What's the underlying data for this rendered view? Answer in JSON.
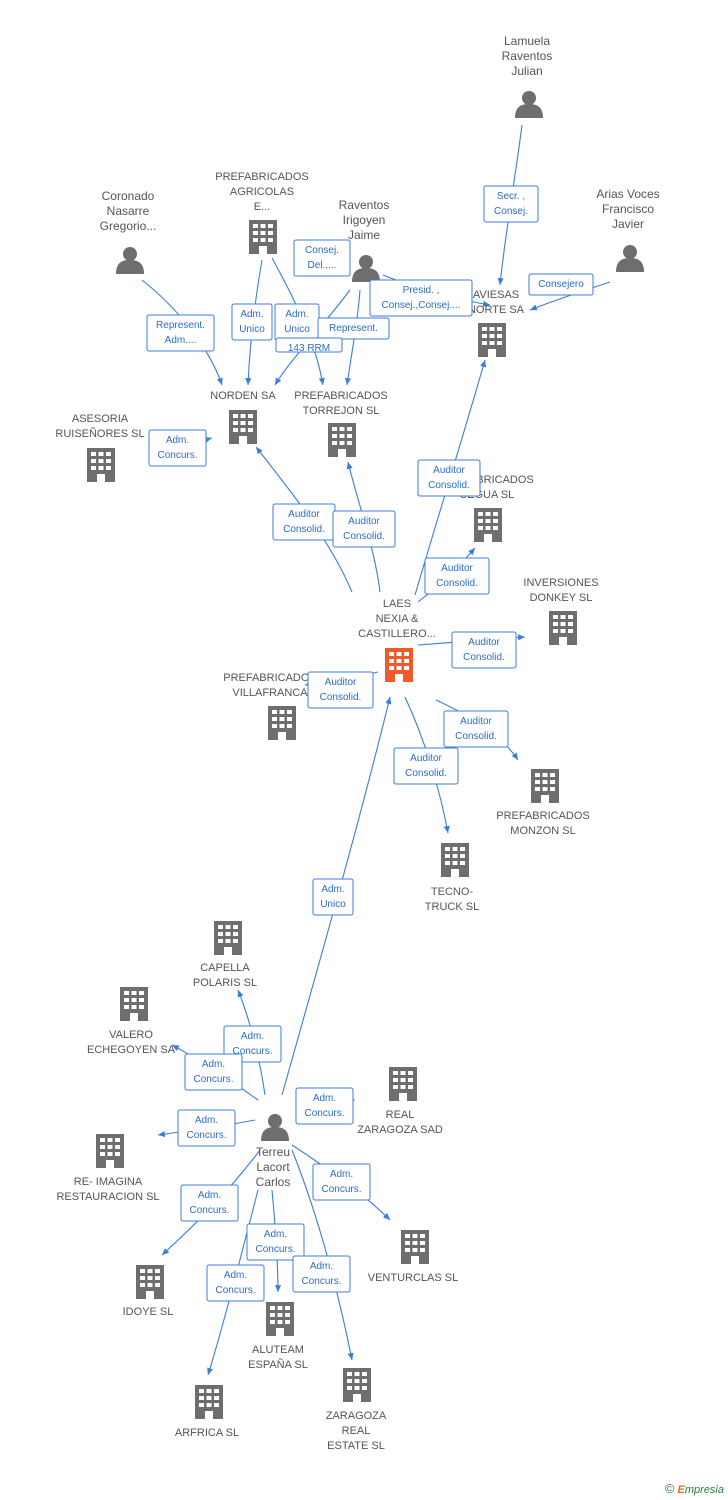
{
  "colors": {
    "edge": "#3b7ddd",
    "node": "#6e6e6e",
    "focus": "#f05a28",
    "label": "#555555"
  },
  "nodes": [
    {
      "id": "lamuela",
      "kind": "person",
      "lines": [
        "Lamuela",
        "Raventos",
        "Julian"
      ]
    },
    {
      "id": "arias",
      "kind": "person",
      "lines": [
        "Arias Voces",
        "Francisco",
        "Javier"
      ]
    },
    {
      "id": "coronado",
      "kind": "person",
      "lines": [
        "Coronado",
        "Nasarre",
        "Gregorio..."
      ]
    },
    {
      "id": "raventos",
      "kind": "person",
      "lines": [
        "Raventos",
        "Irigoyen",
        "Jaime"
      ]
    },
    {
      "id": "prefagricolas",
      "kind": "company",
      "lines": [
        "PREFABRICADOS",
        "AGRICOLAS",
        "E..."
      ]
    },
    {
      "id": "aviesas",
      "kind": "company",
      "lines": [
        "AVIESAS",
        "NORTE SA"
      ]
    },
    {
      "id": "norden",
      "kind": "company",
      "lines": [
        "NORDEN SA"
      ]
    },
    {
      "id": "torrejon",
      "kind": "company",
      "lines": [
        "PREFABRICADOS",
        "TORREJON SL"
      ]
    },
    {
      "id": "asesoria",
      "kind": "company",
      "lines": [
        "ASESORIA",
        "RUISEÑORES SL"
      ]
    },
    {
      "id": "segua",
      "kind": "company",
      "lines": [
        "PREFABRICADOS",
        "SEGUA SL"
      ]
    },
    {
      "id": "donkey",
      "kind": "company",
      "lines": [
        "INVERSIONES",
        "DONKEY SL"
      ]
    },
    {
      "id": "laes",
      "kind": "focus",
      "lines": [
        "LAES",
        "NEXIA &",
        "CASTILLERO..."
      ]
    },
    {
      "id": "villafranca",
      "kind": "company",
      "lines": [
        "PREFABRICADOS",
        "VILLAFRANCA"
      ]
    },
    {
      "id": "monzon",
      "kind": "company",
      "lines": [
        "PREFABRICADOS",
        "MONZON SL"
      ]
    },
    {
      "id": "tecno",
      "kind": "company",
      "lines": [
        "TECNO-",
        "TRUCK SL"
      ]
    },
    {
      "id": "capella",
      "kind": "company",
      "lines": [
        "CAPELLA",
        "POLARIS SL"
      ]
    },
    {
      "id": "valero",
      "kind": "company",
      "lines": [
        "VALERO",
        "ECHEGOYEN SA"
      ]
    },
    {
      "id": "realzaragoza",
      "kind": "company",
      "lines": [
        "REAL",
        "ZARAGOZA SAD"
      ]
    },
    {
      "id": "reimagina",
      "kind": "company",
      "lines": [
        "RE- IMAGINA",
        "RESTAURACION SL"
      ]
    },
    {
      "id": "terreu",
      "kind": "person",
      "lines": [
        "Terreu",
        "Lacort",
        "Carlos"
      ]
    },
    {
      "id": "idoye",
      "kind": "company",
      "lines": [
        "IDOYE SL"
      ]
    },
    {
      "id": "venturclas",
      "kind": "company",
      "lines": [
        "VENTURCLAS SL"
      ]
    },
    {
      "id": "aluteam",
      "kind": "company",
      "lines": [
        "ALUTEAM",
        "ESPAÑA SL"
      ]
    },
    {
      "id": "arfrica",
      "kind": "company",
      "lines": [
        "ARFRICA SL"
      ]
    },
    {
      "id": "zaragozareal",
      "kind": "company",
      "lines": [
        "ZARAGOZA",
        "REAL",
        "ESTATE SL"
      ]
    }
  ],
  "relations": [
    {
      "id": "r1",
      "lines": [
        "Secr. ,",
        "Consej."
      ]
    },
    {
      "id": "r2",
      "lines": [
        "Consejero"
      ]
    },
    {
      "id": "r3",
      "lines": [
        "Consej.",
        "Del.,..."
      ]
    },
    {
      "id": "r4",
      "lines": [
        "Presid. ,",
        "Consej.,Consej...."
      ]
    },
    {
      "id": "r5",
      "lines": [
        "Represent.",
        "Adm...."
      ]
    },
    {
      "id": "r6",
      "lines": [
        "Adm.",
        "Unico"
      ]
    },
    {
      "id": "r7",
      "lines": [
        "Adm.",
        "Unico"
      ]
    },
    {
      "id": "r8",
      "lines": [
        "Represent."
      ]
    },
    {
      "id": "r9",
      "lines": [
        "143 RRM"
      ]
    },
    {
      "id": "r10",
      "lines": [
        "Adm.",
        "Concurs."
      ]
    },
    {
      "id": "r11",
      "lines": [
        "Auditor",
        "Consolid."
      ]
    },
    {
      "id": "r12",
      "lines": [
        "Auditor",
        "Consolid."
      ]
    },
    {
      "id": "r13",
      "lines": [
        "Auditor",
        "Consolid."
      ]
    },
    {
      "id": "r14",
      "lines": [
        "Auditor",
        "Consolid."
      ]
    },
    {
      "id": "r15",
      "lines": [
        "Auditor",
        "Consolid."
      ]
    },
    {
      "id": "r16",
      "lines": [
        "Auditor",
        "Consolid."
      ]
    },
    {
      "id": "r17",
      "lines": [
        "Auditor",
        "Consolid."
      ]
    },
    {
      "id": "r18",
      "lines": [
        "Auditor",
        "Consolid."
      ]
    },
    {
      "id": "r19",
      "lines": [
        "Adm.",
        "Unico"
      ]
    },
    {
      "id": "r20",
      "lines": [
        "Adm.",
        "Concurs."
      ]
    },
    {
      "id": "r21",
      "lines": [
        "Adm.",
        "Concurs."
      ]
    },
    {
      "id": "r22",
      "lines": [
        "Adm.",
        "Concurs."
      ]
    },
    {
      "id": "r23",
      "lines": [
        "Adm.",
        "Concurs."
      ]
    },
    {
      "id": "r24",
      "lines": [
        "Adm.",
        "Concurs."
      ]
    },
    {
      "id": "r25",
      "lines": [
        "Adm.",
        "Concurs."
      ]
    },
    {
      "id": "r26",
      "lines": [
        "Adm.",
        "Concurs."
      ]
    },
    {
      "id": "r27",
      "lines": [
        "Adm.",
        "Concurs."
      ]
    },
    {
      "id": "r28",
      "lines": [
        "Adm.",
        "Concurs."
      ]
    }
  ],
  "footer": {
    "symbol": "©",
    "brand_e": "E",
    "brand_rest": "mpresia"
  }
}
